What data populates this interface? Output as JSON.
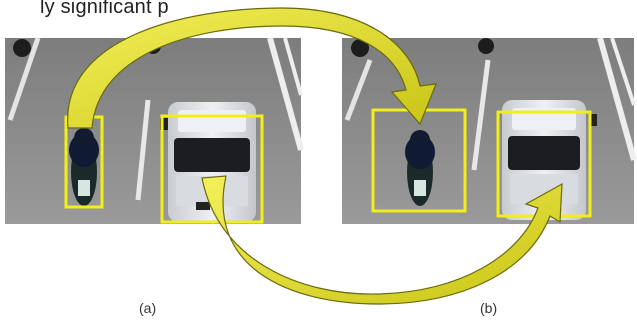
{
  "header": {
    "partial_text": "ly significant p"
  },
  "panels": [
    {
      "id": "a",
      "caption": "(a)"
    },
    {
      "id": "b",
      "caption": "(b)"
    }
  ],
  "colors": {
    "road": "#8f8f8f",
    "lane_marking": "#e9e9e9",
    "box": "#f2ee18",
    "arrow_fill": "#e6e22a",
    "arrow_stroke": "#6a6a10",
    "van": "#dcdfe3",
    "rider": "#0f1a33"
  }
}
